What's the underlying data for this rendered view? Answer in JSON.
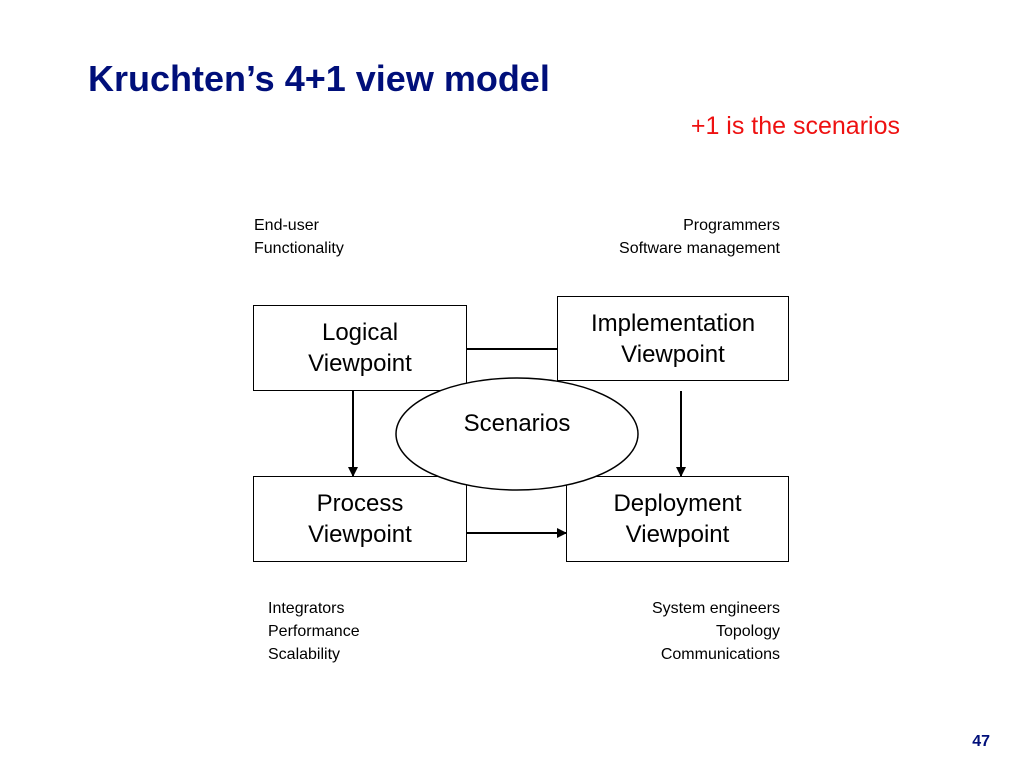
{
  "slide": {
    "title": "Kruchten’s 4+1 view model",
    "subtitle": "+1 is the scenarios",
    "page_number": "47"
  },
  "notes": {
    "logical": [
      "End-user",
      "Functionality"
    ],
    "implementation": [
      "Programmers",
      "Software management"
    ],
    "process": [
      "Integrators",
      "Performance",
      "Scalability"
    ],
    "deployment": [
      "System engineers",
      "Topology",
      "Communications"
    ]
  },
  "boxes": {
    "logical": [
      "Logical",
      "Viewpoint"
    ],
    "implementation": [
      "Implementation",
      "Viewpoint"
    ],
    "process": [
      "Process",
      "Viewpoint"
    ],
    "deployment": [
      "Deployment",
      "Viewpoint"
    ]
  },
  "center": {
    "label": "Scenarios"
  },
  "colors": {
    "title": "#000f7a",
    "subtitle": "#ee1111",
    "stroke": "#000000"
  }
}
